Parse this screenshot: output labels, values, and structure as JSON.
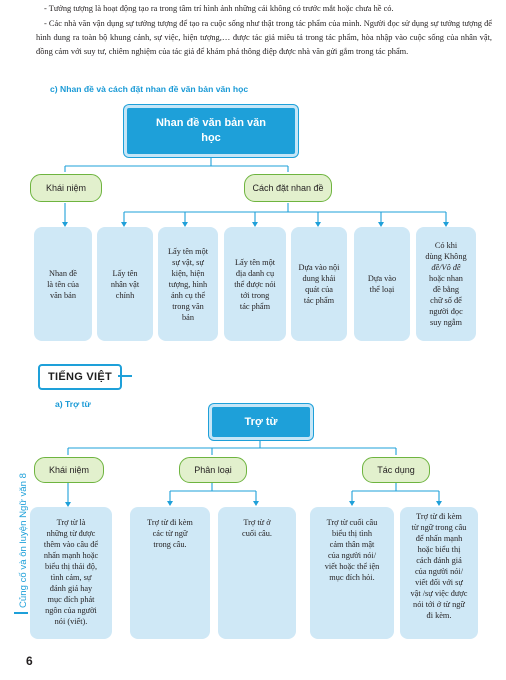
{
  "paragraphs": [
    "- Tưởng tượng là hoạt động tạo ra trong tâm trí hình ảnh những cái không có trước mắt hoặc chưa hề có.",
    "- Các nhà văn vận dụng sự tưởng tượng để tạo ra cuộc sống như thật trong tác phẩm của mình. Người đọc sử dụng sự tưởng tượng để hình dung ra toàn bộ khung cảnh, sự việc, hiện tượng,… được tác giả miêu tả trong tác phẩm, hòa nhập vào cuộc sống của nhân vật, đồng cảm với suy tư, chiêm nghiệm của tác giả để khám phá thông điệp được nhà văn gửi gắm trong tác phẩm."
  ],
  "section_c": {
    "heading": "c) Nhan đề và cách đặt nhan đề văn bản văn học",
    "title": "Nhan đề văn bản văn học",
    "branches": {
      "left": "Khái niệm",
      "right": "Cách đặt nhan đề"
    },
    "leaves": [
      [
        "Nhan đề",
        "là tên của",
        "văn bản"
      ],
      [
        "Lấy tên",
        "nhân vật",
        "chính"
      ],
      [
        "Lấy tên một",
        "sự vật, sự",
        "kiện, hiện",
        "tượng, hình",
        "ảnh cụ thể",
        "trong văn",
        "bản"
      ],
      [
        "Lấy tên một",
        "địa danh cụ",
        "thể được nói",
        "tới trong",
        "tác phẩm"
      ],
      [
        "Dựa vào nội",
        "dung khái",
        "quát của",
        "tác phẩm"
      ],
      [
        "Dựa vào",
        "thể loại"
      ],
      [
        "Có khi",
        "dùng Không",
        "đề/Vô đề",
        "hoặc nhan",
        "đề bằng",
        "chữ số để",
        "người đọc",
        "suy ngẫm"
      ]
    ]
  },
  "tieng_viet": {
    "badge": "TIẾNG VIỆT",
    "heading": "a) Trợ từ",
    "title": "Trợ từ",
    "branches": {
      "left": "Khái niệm",
      "middle": "Phân loại",
      "right": "Tác dụng"
    },
    "leaves": [
      [
        "Trợ từ là",
        "những từ được",
        "thêm vào câu để",
        "nhấn mạnh hoặc",
        "biểu thị thái độ,",
        "tình cảm, sự",
        "đánh giá hay",
        "mục đích phát",
        "ngôn của người",
        "nói (viết)."
      ],
      [
        "Trợ từ đi kèm",
        "các từ ngữ",
        "trong câu."
      ],
      [
        "Trợ từ ở",
        "cuối câu."
      ],
      [
        "Trợ từ cuối câu",
        "biểu thị tình",
        "cảm thân mật",
        "của người nói/",
        "viết hoặc thể iện",
        "mục đích hỏi."
      ],
      [
        "Trợ từ đi kèm",
        "từ ngữ trong câu",
        "để nhấn mạnh",
        "hoặc biểu thị",
        "cách đánh giá",
        "của người nói/",
        "viết đối với sự",
        "vật /sự việc được",
        "nói tới ở từ ngữ",
        "đi kèm."
      ]
    ]
  },
  "sidebar_text": "Củng cố và ôn luyện Ngữ văn 8",
  "page_number": "6",
  "colors": {
    "accent": "#1ea0d9",
    "leaf_bg": "#cfe8f6",
    "branch_bg": "#e2f0cd",
    "branch_border": "#6eb43f"
  }
}
